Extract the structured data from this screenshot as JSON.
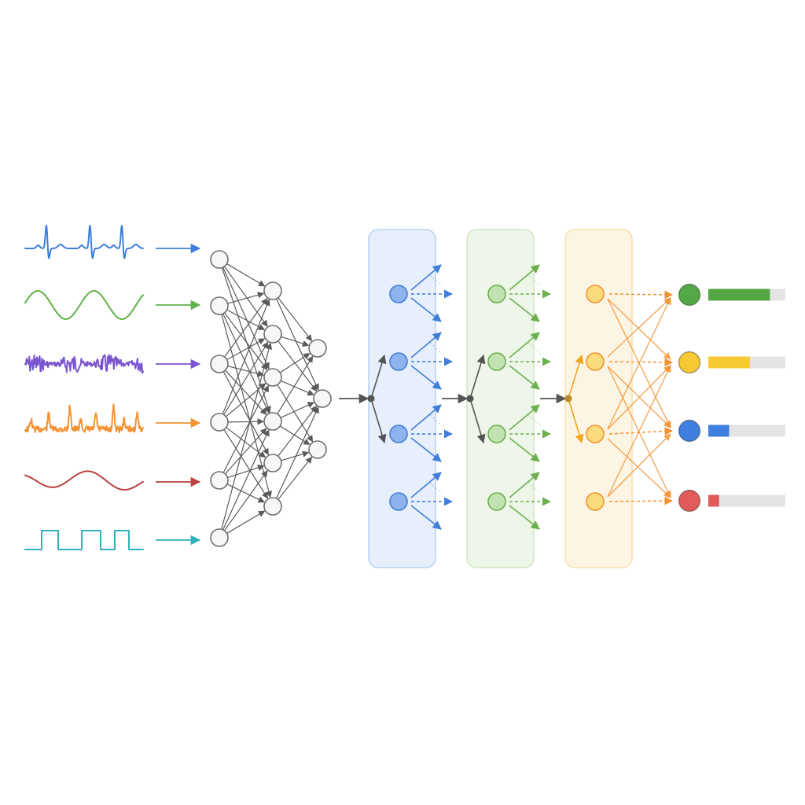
{
  "colors": {
    "ecg": "#3f7fd9",
    "sine": "#5fb24a",
    "noise": "#7a55d0",
    "spikes": "#f39232",
    "slow_wave": "#b8433f",
    "square": "#2fb3b8",
    "stage_blue_fill": "#e6effb",
    "stage_blue_stroke": "#b9d1f2",
    "stage_blue_node": "#8fb3ee",
    "stage_blue_edge": "#3f7fd9",
    "stage_green_fill": "#edf6e8",
    "stage_green_stroke": "#cfe6c3",
    "stage_green_node": "#c3e2b1",
    "stage_green_edge": "#6ab04c",
    "stage_yellow_fill": "#fdf5e3",
    "stage_yellow_stroke": "#f6e0ad",
    "stage_yellow_node": "#fbdc7d",
    "stage_yellow_edge": "#f39232",
    "output_green": "#53a845",
    "output_yellow": "#f7c934",
    "output_blue": "#3f7fe0",
    "output_red": "#e25a5a"
  },
  "input_signals": [
    {
      "name": "ecg-signal",
      "color_key": "ecg"
    },
    {
      "name": "sine-signal",
      "color_key": "sine"
    },
    {
      "name": "noise-signal",
      "color_key": "noise"
    },
    {
      "name": "spike-signal",
      "color_key": "spikes"
    },
    {
      "name": "slow-wave-signal",
      "color_key": "slow_wave"
    },
    {
      "name": "square-signal",
      "color_key": "square"
    }
  ],
  "stages": [
    {
      "name": "stage-blue",
      "fill_key": "stage_blue_fill",
      "stroke_key": "stage_blue_stroke",
      "node_key": "stage_blue_node",
      "edge_key": "stage_blue_edge"
    },
    {
      "name": "stage-green",
      "fill_key": "stage_green_fill",
      "stroke_key": "stage_green_stroke",
      "node_key": "stage_green_node",
      "edge_key": "stage_green_edge"
    },
    {
      "name": "stage-yellow",
      "fill_key": "stage_yellow_fill",
      "stroke_key": "stage_yellow_stroke",
      "node_key": "stage_yellow_node",
      "edge_key": "stage_yellow_edge"
    }
  ],
  "outputs": [
    {
      "name": "output-green",
      "color_key": "output_green",
      "score": 0.8
    },
    {
      "name": "output-yellow",
      "color_key": "output_yellow",
      "score": 0.54
    },
    {
      "name": "output-blue",
      "color_key": "output_blue",
      "score": 0.27
    },
    {
      "name": "output-red",
      "color_key": "output_red",
      "score": 0.14
    }
  ]
}
